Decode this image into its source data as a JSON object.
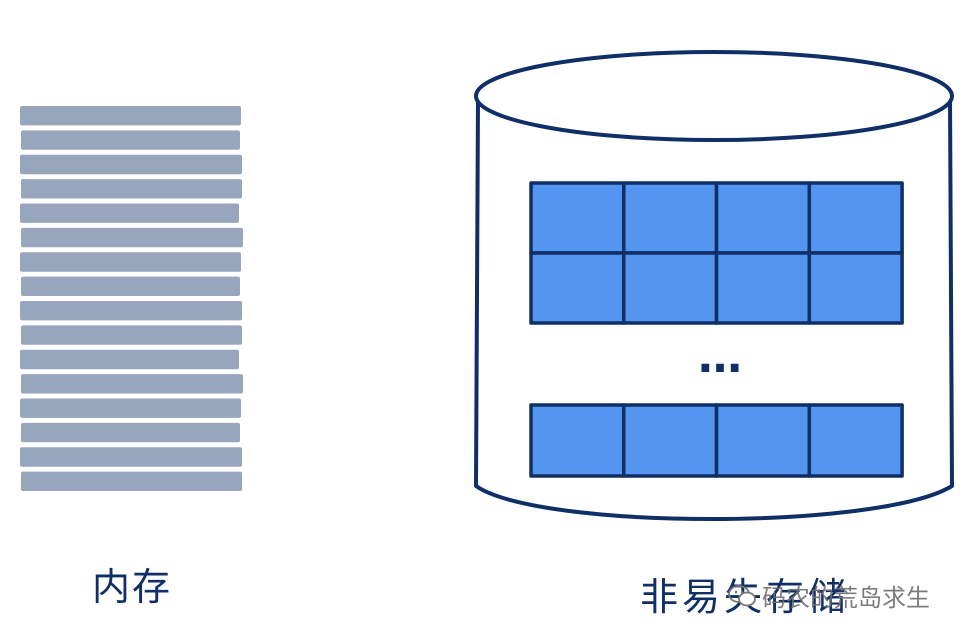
{
  "memory": {
    "label": "内存",
    "bar_color": "#98a6bd"
  },
  "storage": {
    "label": "非易失存储",
    "ellipsis": "…",
    "cell_color": "#5595f2",
    "outline_color": "#0f2f66"
  },
  "watermark": {
    "text": "码农的荒岛求生",
    "icon": "wechat-logo-icon"
  }
}
